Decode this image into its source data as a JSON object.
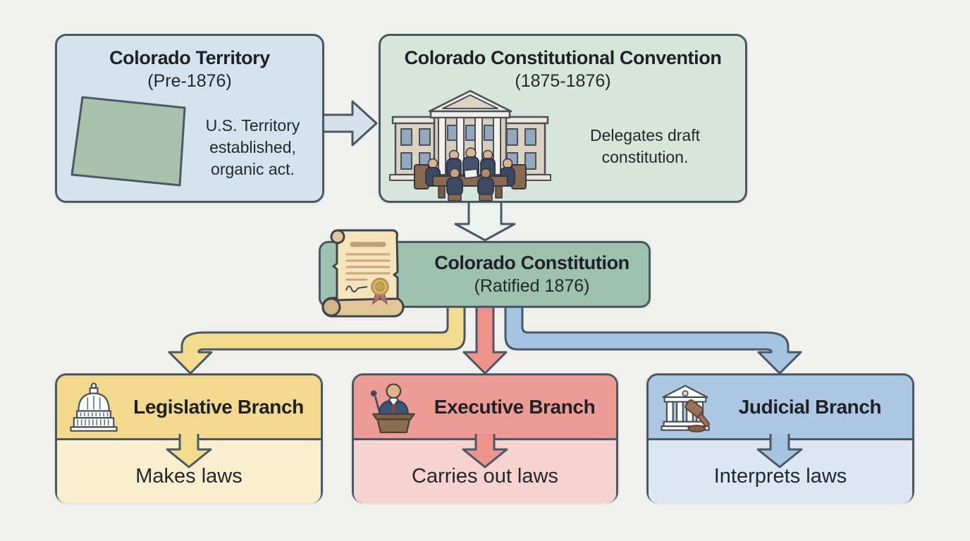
{
  "diagram": {
    "territory": {
      "title": "Colorado Territory",
      "subtitle": "(Pre-1876)",
      "line1": "U.S. Territory",
      "line2": "established,",
      "line3": "organic act."
    },
    "convention": {
      "title": "Colorado Constitutional Convention",
      "subtitle": "(1875-1876)",
      "line1": "Delegates draft",
      "line2": "constitution."
    },
    "constitution": {
      "title": "Colorado Constitution",
      "subtitle": "(Ratified 1876)"
    },
    "branches": [
      {
        "name": "Legislative Branch",
        "function": "Makes laws"
      },
      {
        "name": "Executive Branch",
        "function": "Carries out laws"
      },
      {
        "name": "Judicial Branch",
        "function": "Interprets laws"
      }
    ]
  },
  "icons": {
    "territory": "colorado-state-shape",
    "convention": "delegates-at-convention-building",
    "constitution": "constitution-scroll-with-seal",
    "legislative": "capitol-dome-icon",
    "executive": "speaker-at-podium-icon",
    "judicial": "courthouse-gavel-icon"
  },
  "colors": {
    "background": "#f0f0ee",
    "outline": "#4a5764",
    "territory_fill": "#d5e3ee",
    "convention_fill": "#d7e6db",
    "constitution_fill": "#9dc2b0",
    "map_fill": "#a9c2ab",
    "top_arrow_fill": "#d5e2ec",
    "convention_arrow_fill": "#edf3ee",
    "legislative_header": "#f3d98e",
    "legislative_body": "#f9efce",
    "legislative_arrow": "#f4dc8e",
    "executive_header": "#ec9b95",
    "executive_body": "#f6d3cf",
    "executive_arrow": "#ed938c",
    "judicial_header": "#abc7e2",
    "judicial_body": "#dbe7f2",
    "judicial_arrow": "#a5c4e2"
  }
}
